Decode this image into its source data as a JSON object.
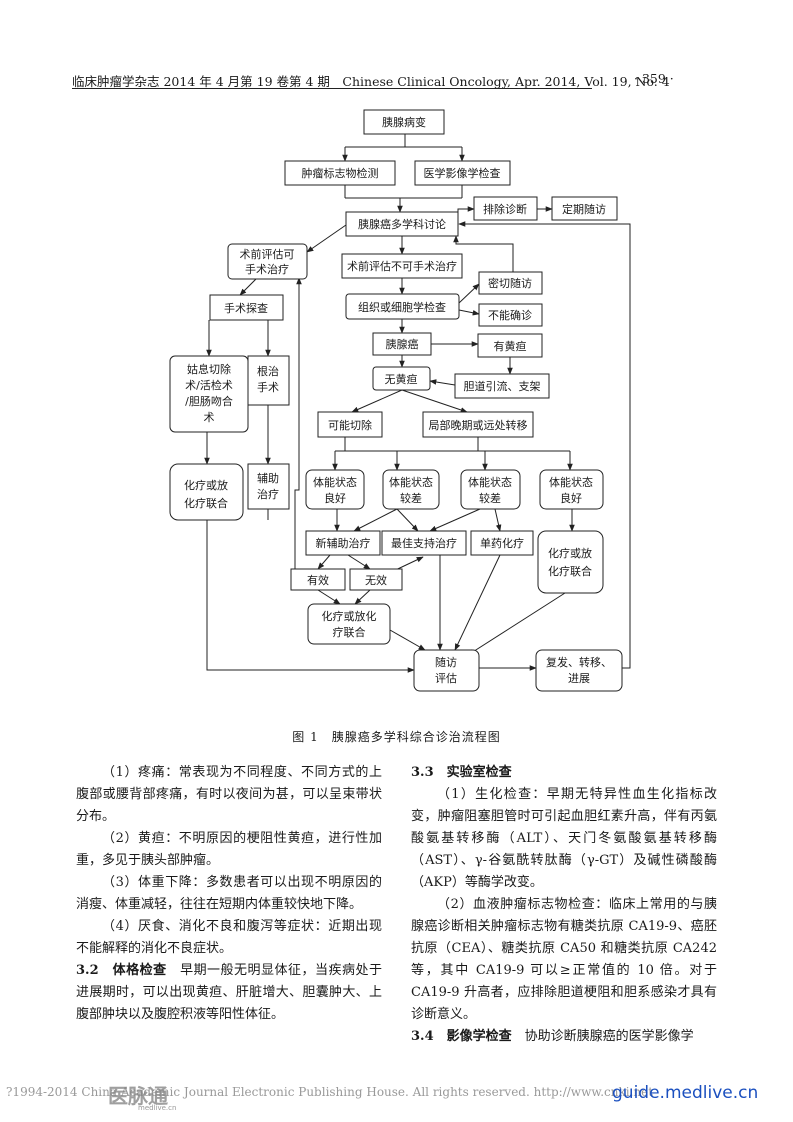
{
  "header": {
    "journal": "临床肿瘤学杂志 2014 年 4 月第 19 卷第 4 期　Chinese Clinical Oncology, Apr. 2014, Vol. 19, No. 4",
    "page_number": "· 359 ·"
  },
  "flowchart": {
    "nodes": {
      "pancreas_lesion": "胰腺病变",
      "tumor_marker": "肿瘤标志物检测",
      "imaging": "医学影像学检查",
      "exclude_dx": "排除诊断",
      "regular_followup": "定期随访",
      "mdt": "胰腺癌多学科讨论",
      "resectable_1": "术前评估可",
      "resectable_2": "手术治疗",
      "unresectable": "术前评估不可手术治疗",
      "close_followup": "密切随访",
      "tissue_exam": "组织或细胞学检查",
      "not_confirmed": "不能确诊",
      "surgical_explore": "手术探查",
      "palliative_1": "姑息切除",
      "palliative_2": "术/活检术",
      "palliative_3": "/胆肠吻合",
      "palliative_4": "术",
      "radical_1": "根治",
      "radical_2": "手术",
      "pancreatic_cancer": "胰腺癌",
      "jaundice": "有黄疸",
      "no_jaundice": "无黄疸",
      "biliary_drain": "胆道引流、支架",
      "possibly_resectable": "可能切除",
      "advanced": "局部晚期或远处转移",
      "chemo_a_1": "化疗或放",
      "chemo_a_2": "化疗联合",
      "adjuvant_1": "辅助",
      "adjuvant_2": "治疗",
      "good_ps_1_a": "体能状态",
      "good_ps_1_b": "良好",
      "poor_ps_1_a": "体能状态",
      "poor_ps_1_b": "较差",
      "poor_ps_2_a": "体能状态",
      "poor_ps_2_b": "较差",
      "good_ps_2_a": "体能状态",
      "good_ps_2_b": "良好",
      "neoadjuvant": "新辅助治疗",
      "best_support": "最佳支持治疗",
      "single_chemo": "单药化疗",
      "chemo_b_1": "化疗或放",
      "chemo_b_2": "化疗联合",
      "effective": "有效",
      "ineffective": "无效",
      "chemo_c_1": "化疗或放化",
      "chemo_c_2": "疗联合",
      "followup_1": "随访",
      "followup_2": "评估",
      "recur_1": "复发、转移、",
      "recur_2": "进展"
    }
  },
  "caption": "图 1　胰腺癌多学科综合诊治流程图",
  "left_column": {
    "p1": "（1）疼痛：常表现为不同程度、不同方式的上腹部或腰背部疼痛，有时以夜间为甚，可以呈束带状分布。",
    "p2": "（2）黄疸：不明原因的梗阻性黄疸，进行性加重，多见于胰头部肿瘤。",
    "p3": "（3）体重下降：多数患者可以出现不明原因的消瘦、体重减轻，往往在短期内体重较快地下降。",
    "p4": "（4）厌食、消化不良和腹泻等症状：近期出现不能解释的消化不良症状。",
    "s32_head": "3.2　体格检查",
    "s32_text": "　早期一般无明显体征，当疾病处于进展期时，可以出现黄疸、肝脏增大、胆囊肿大、上腹部肿块以及腹腔积液等阳性体征。"
  },
  "right_column": {
    "s33_head": "3.3　实验室检查",
    "p1": "（1）生化检查：早期无特异性血生化指标改变，肿瘤阻塞胆管时可引起血胆红素升高，伴有丙氨酸氨基转移酶（ALT）、天门冬氨酸氨基转移酶（AST）、γ-谷氨酰转肽酶（γ-GT）及碱性磷酸酶（AKP）等酶学改变。",
    "p2": "（2）血液肿瘤标志物检查：临床上常用的与胰腺癌诊断相关肿瘤标志物有糖类抗原 CA19-9、癌胚抗原（CEA）、糖类抗原 CA50 和糖类抗原 CA242 等，其中 CA19-9 可以≥正常值的 10 倍。对于 CA19-9 升高者，应排除胆道梗阻和胆系感染才具有诊断意义。",
    "s34_head": "3.4　影像学检查",
    "s34_text": "　协助诊断胰腺癌的医学影像学"
  },
  "footer": {
    "copyright": "?1994-2014 China Academic Journal Electronic Publishing House. All rights reserved.    http://www.cnki.net",
    "watermark_logo": "医脉通",
    "watermark_sub": "medlive.cn",
    "watermark_url": "guide.medlive.cn"
  }
}
